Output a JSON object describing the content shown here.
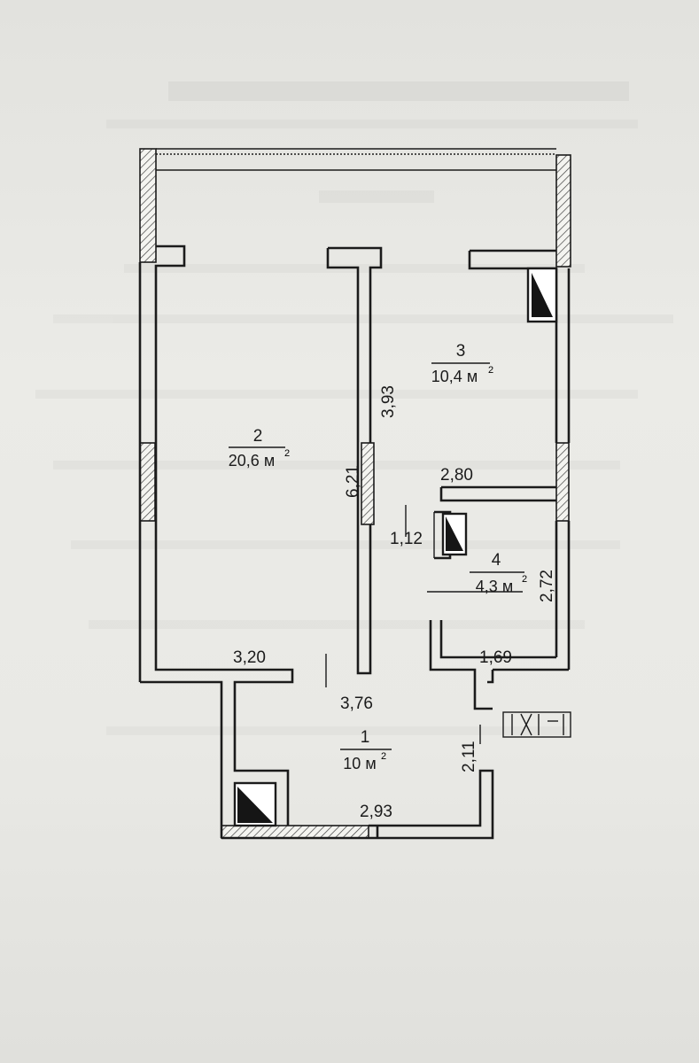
{
  "rooms": [
    {
      "number": "1",
      "area": "10 м",
      "sup": "2"
    },
    {
      "number": "2",
      "area": "20,6 м",
      "sup": "2"
    },
    {
      "number": "3",
      "area": "10,4 м",
      "sup": "2"
    },
    {
      "number": "4",
      "area": "4,3 м",
      "sup": "2"
    }
  ],
  "dimensions": {
    "d393": "3,93",
    "d621": "6,21",
    "d280": "2,80",
    "d112": "1,12",
    "d272": "2,72",
    "d320": "3,20",
    "d169": "1,69",
    "d376": "3,76",
    "d211": "2,11",
    "d293": "2,93"
  }
}
